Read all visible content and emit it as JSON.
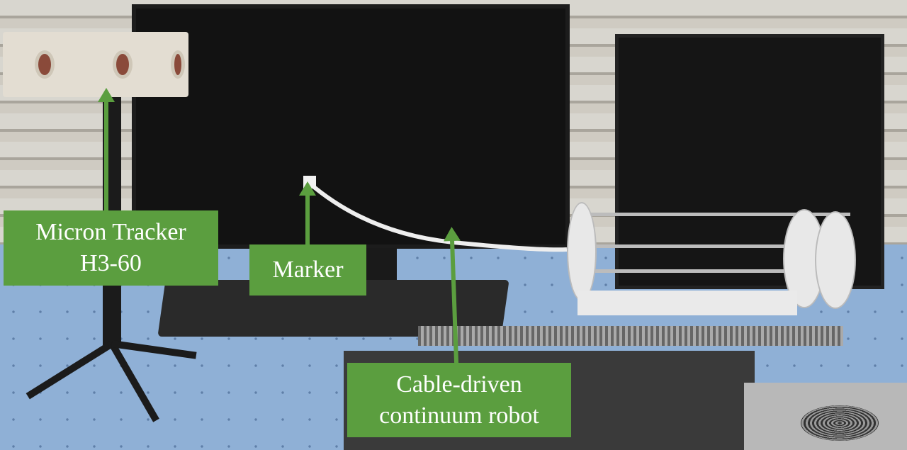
{
  "labels": {
    "tracker_line1": "Micron Tracker",
    "tracker_line2": "H3-60",
    "marker": "Marker",
    "robot_line1": "Cable-driven",
    "robot_line2": "continuum robot"
  },
  "colors": {
    "label_bg": "#5b9e3f",
    "label_text": "#ffffff"
  }
}
